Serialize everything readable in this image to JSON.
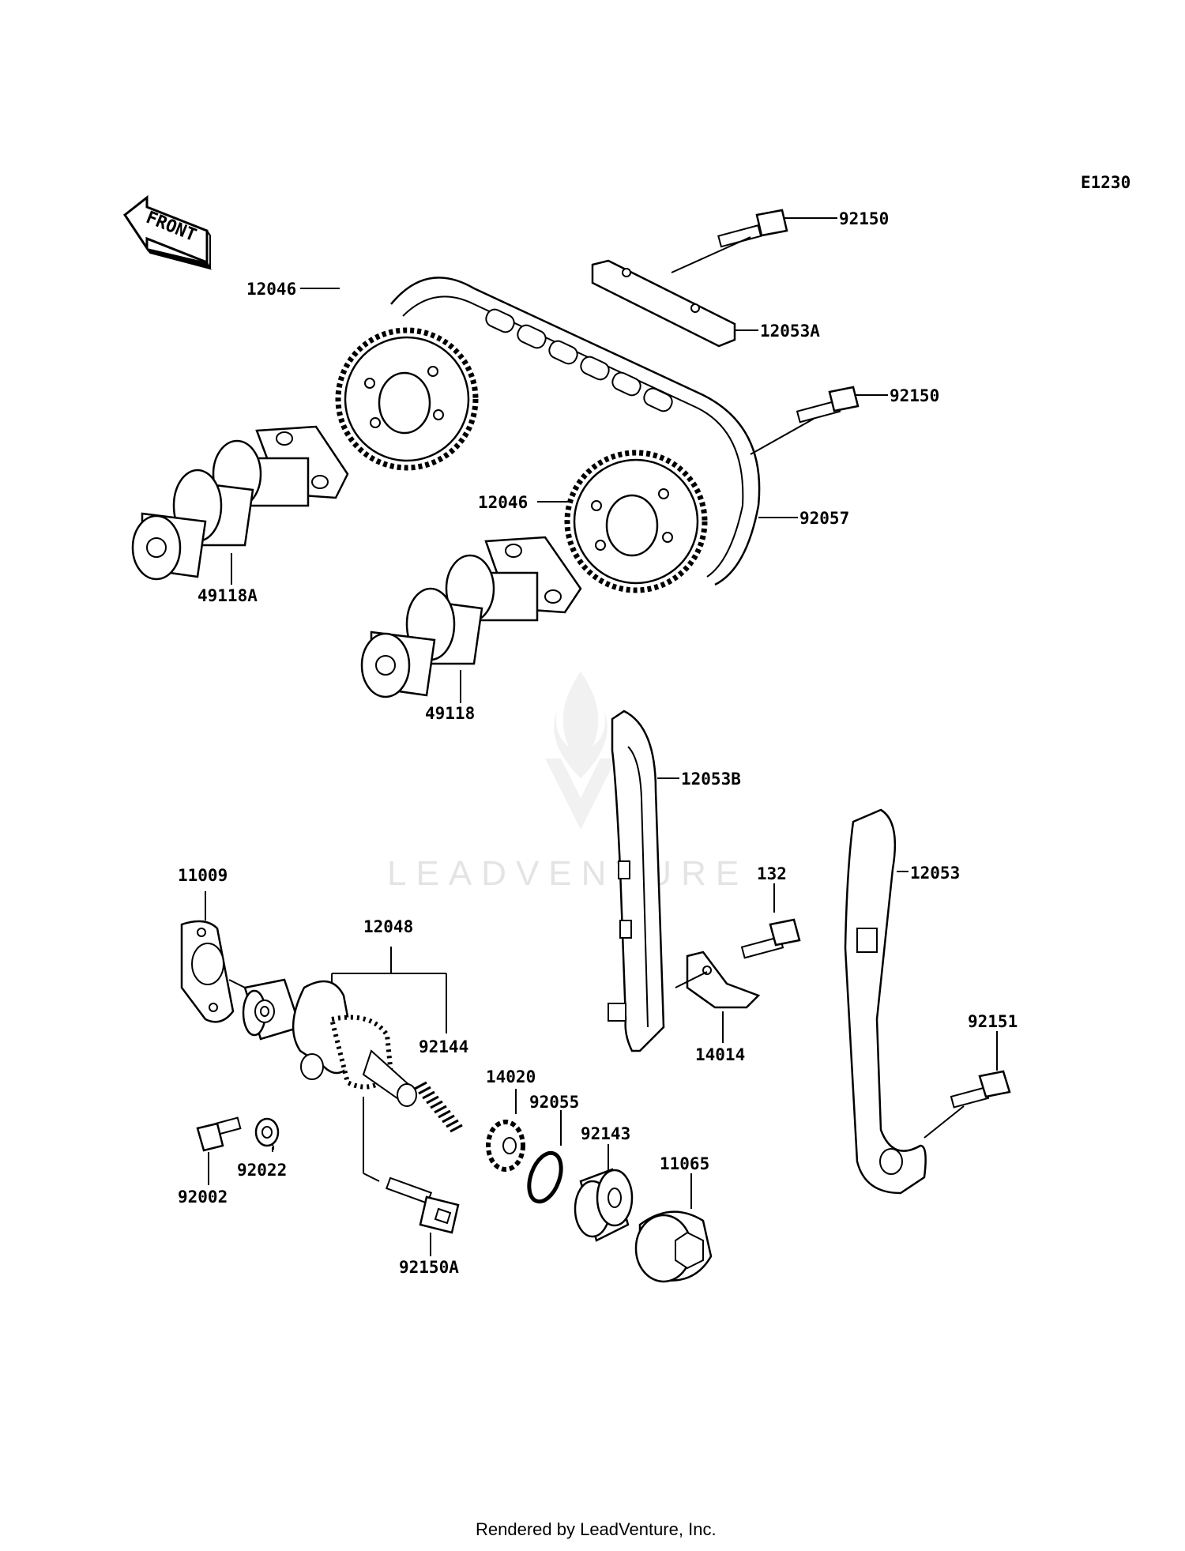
{
  "diagram_code": "E1230",
  "front_label": "FRONT",
  "watermark": "LEADVENTURE",
  "footer": "Rendered by LeadVenture, Inc.",
  "icons": [
    "front-arrow-icon",
    "leadventure-watermark-logo"
  ],
  "parts": {
    "bolt_top": "92150",
    "guide_top": "12053A",
    "sprocket_left": "12046",
    "bolt_mid": "92150",
    "sprocket_right": "12046",
    "chain": "92057",
    "camshaft_left": "49118A",
    "camshaft_right": "49118",
    "guide_front": "12053B",
    "gasket": "11009",
    "bolt_132": "132",
    "guide_rear": "12053",
    "tensioner": "12048",
    "spring": "92144",
    "stopper": "14020",
    "oring": "92055",
    "plate": "14014",
    "bolt_rear": "92151",
    "washer": "92022",
    "collar": "92143",
    "cap": "11065",
    "bolt_small": "92002",
    "bolt_tensioner": "92150A"
  }
}
